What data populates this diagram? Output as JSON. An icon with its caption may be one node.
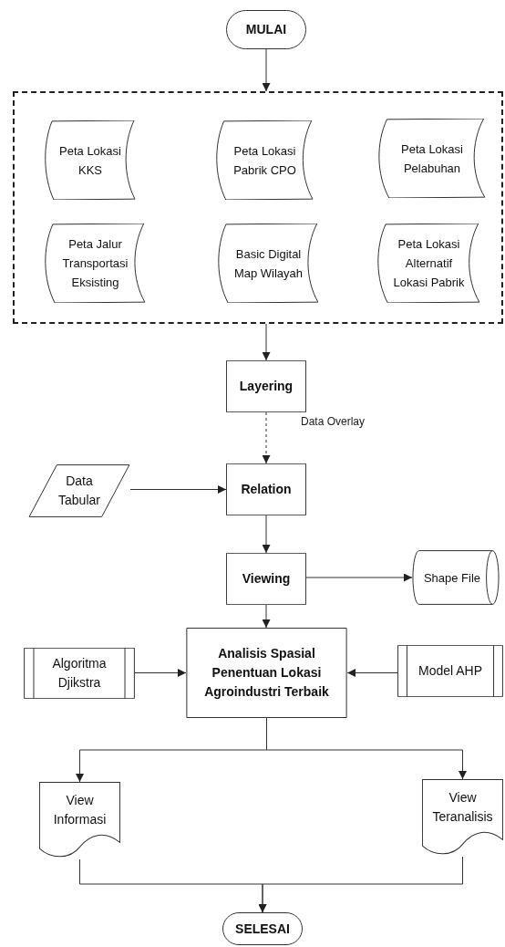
{
  "diagram": {
    "nodes": [
      {
        "text": [
          "MULAI"
        ]
      },
      {
        "text": [],
        "shape": "box"
      },
      {
        "text": [
          "Peta Lokasi KKS"
        ],
        "in": 1
      },
      {
        "text": [
          "Peta Lokasi Pabrik CPO"
        ],
        "in": 1
      },
      {
        "text": [
          "Peta Lokasi Pelabuhan"
        ],
        "in": 1
      },
      {
        "text": [
          "Peta Jalur Transportasi Eksisting"
        ],
        "in": 1
      },
      {
        "text": [
          "Basic Digital Map Wilayah"
        ],
        "in": 1
      },
      {
        "text": [
          "Peta Lokasi Alternatif Lokasi Pabrik"
        ],
        "in": 1
      },
      {
        "text": [
          "Layering"
        ]
      },
      {
        "text": [
          "Relation"
        ]
      },
      {
        "text": [
          "Data Tabular"
        ]
      },
      {
        "text": [
          "Viewing"
        ]
      },
      {
        "text": [
          "Shape File"
        ]
      },
      {
        "text": [
          "Analisis Spasial Penentuan Lokasi Agroindustri Terbaik"
        ]
      },
      {
        "text": [
          "Algoritma Djikstra"
        ]
      },
      {
        "text": [
          "Model AHP"
        ]
      },
      {
        "text": [
          "View Informasi"
        ]
      },
      {
        "text": [
          "View Teranalisis"
        ]
      },
      {
        "text": [
          "SELESAI"
        ]
      }
    ],
    "edges": [
      {
        "from": 0,
        "to": 1,
        "arrow": "to"
      },
      {
        "from": 1,
        "to": 8,
        "arrow": "to"
      },
      {
        "from": 8,
        "to": 9,
        "arrow": "to",
        "label": "Data Overlay",
        "style": "dashed"
      },
      {
        "from": 10,
        "to": 9,
        "arrow": "to"
      },
      {
        "from": 9,
        "to": 11,
        "arrow": "to"
      },
      {
        "from": 11,
        "to": 12,
        "arrow": "to"
      },
      {
        "from": 11,
        "to": 13,
        "arrow": "to"
      },
      {
        "from": 14,
        "to": 13,
        "arrow": "to"
      },
      {
        "from": 15,
        "to": 13,
        "arrow": "to"
      },
      {
        "from": 13,
        "to": 16,
        "arrow": "to"
      },
      {
        "from": 13,
        "to": 17,
        "arrow": "to"
      },
      {
        "from": 16,
        "to": 18,
        "arrow": "to"
      },
      {
        "from": 17,
        "to": 18,
        "arrow": "to"
      }
    ]
  }
}
